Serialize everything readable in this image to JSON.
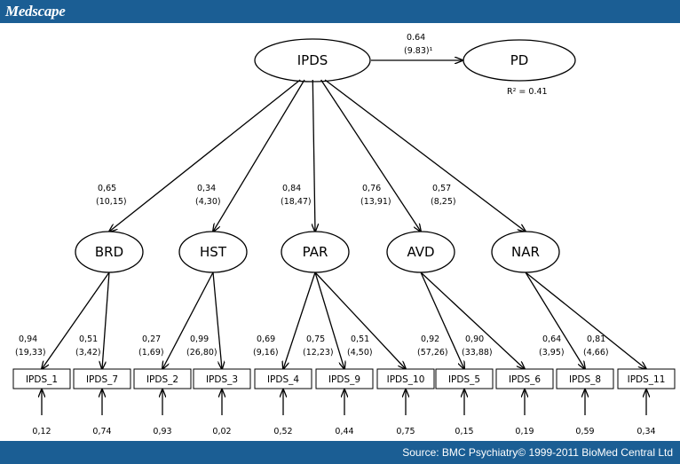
{
  "header": {
    "brand": "Medscape"
  },
  "footer": {
    "source": "Source: BMC Psychiatry© 1999-2011 BioMed Central Ltd"
  },
  "diagram": {
    "root": {
      "label": "IPDS"
    },
    "outcome": {
      "label": "PD",
      "path_coef": "0.64",
      "path_t": "(9.83)¹",
      "r2": "R² = 0.41"
    },
    "factors": [
      {
        "id": "brd",
        "label": "BRD",
        "coef": "0,65",
        "t": "(10,15)"
      },
      {
        "id": "hst",
        "label": "HST",
        "coef": "0,34",
        "t": "(4,30)"
      },
      {
        "id": "par",
        "label": "PAR",
        "coef": "0,84",
        "t": "(18,47)"
      },
      {
        "id": "avd",
        "label": "AVD",
        "coef": "0,76",
        "t": "(13,91)"
      },
      {
        "id": "nar",
        "label": "NAR",
        "coef": "0,57",
        "t": "(8,25)"
      }
    ],
    "indicators": [
      {
        "id": "ipds1",
        "label": "IPDS_1",
        "factor": 0,
        "coef": "0,94",
        "t": "(19,33)",
        "error": "0,12"
      },
      {
        "id": "ipds7",
        "label": "IPDS_7",
        "factor": 0,
        "coef": "0,51",
        "t": "(3,42)",
        "error": "0,74"
      },
      {
        "id": "ipds2",
        "label": "IPDS_2",
        "factor": 1,
        "coef": "0,27",
        "t": "(1,69)",
        "error": "0,93"
      },
      {
        "id": "ipds3",
        "label": "IPDS_3",
        "factor": 1,
        "coef": "0,99",
        "t": "(26,80)",
        "error": "0,02"
      },
      {
        "id": "ipds4",
        "label": "IPDS_4",
        "factor": 2,
        "coef": "0,69",
        "t": "(9,16)",
        "error": "0,52"
      },
      {
        "id": "ipds9",
        "label": "IPDS_9",
        "factor": 2,
        "coef": "0,75",
        "t": "(12,23)",
        "error": "0,44"
      },
      {
        "id": "ipds10",
        "label": "IPDS_10",
        "factor": 2,
        "coef": "0,51",
        "t": "(4,50)",
        "error": "0,75"
      },
      {
        "id": "ipds5",
        "label": "IPDS_5",
        "factor": 3,
        "coef": "0,92",
        "t": "(57,26)",
        "error": "0,15"
      },
      {
        "id": "ipds6",
        "label": "IPDS_6",
        "factor": 3,
        "coef": "0,90",
        "t": "(33,88)",
        "error": "0,19"
      },
      {
        "id": "ipds8",
        "label": "IPDS_8",
        "factor": 4,
        "coef": "0,64",
        "t": "(3,95)",
        "error": "0,59"
      },
      {
        "id": "ipds11",
        "label": "IPDS_11",
        "factor": 4,
        "coef": "0,81",
        "t": "(4,66)",
        "error": "0,34"
      }
    ]
  }
}
